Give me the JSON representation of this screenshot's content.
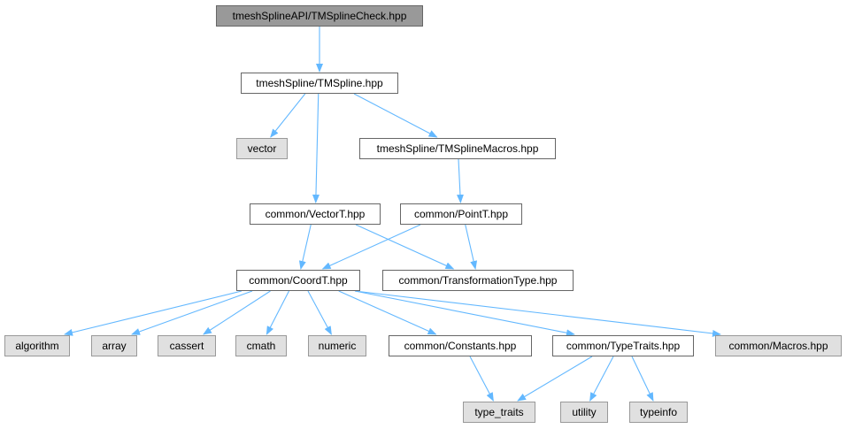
{
  "colors": {
    "edge": "#63b8ff",
    "root_fill": "#999999",
    "local_fill": "#ffffff",
    "external_fill": "#e0e0e0"
  },
  "nodes": {
    "root": "tmeshSplineAPI/TMSplineCheck.hpp",
    "tmspline": "tmeshSpline/TMSpline.hpp",
    "vector": "vector",
    "tmsplinemacros": "tmeshSpline/TMSplineMacros.hpp",
    "vectort": "common/VectorT.hpp",
    "pointt": "common/PointT.hpp",
    "coordt": "common/CoordT.hpp",
    "transformationtype": "common/TransformationType.hpp",
    "algorithm": "algorithm",
    "array": "array",
    "cassert": "cassert",
    "cmath": "cmath",
    "numeric": "numeric",
    "constants": "common/Constants.hpp",
    "typetraits_hpp": "common/TypeTraits.hpp",
    "macros": "common/Macros.hpp",
    "type_traits": "type_traits",
    "utility": "utility",
    "typeinfo": "typeinfo"
  },
  "edges": [
    [
      "root",
      "tmspline"
    ],
    [
      "tmspline",
      "vector"
    ],
    [
      "tmspline",
      "tmsplinemacros"
    ],
    [
      "tmspline",
      "vectort"
    ],
    [
      "tmsplinemacros",
      "pointt"
    ],
    [
      "vectort",
      "coordt"
    ],
    [
      "vectort",
      "transformationtype"
    ],
    [
      "pointt",
      "coordt"
    ],
    [
      "pointt",
      "transformationtype"
    ],
    [
      "coordt",
      "algorithm"
    ],
    [
      "coordt",
      "array"
    ],
    [
      "coordt",
      "cassert"
    ],
    [
      "coordt",
      "cmath"
    ],
    [
      "coordt",
      "numeric"
    ],
    [
      "coordt",
      "constants"
    ],
    [
      "coordt",
      "typetraits_hpp"
    ],
    [
      "coordt",
      "macros"
    ],
    [
      "constants",
      "type_traits"
    ],
    [
      "typetraits_hpp",
      "type_traits"
    ],
    [
      "typetraits_hpp",
      "utility"
    ],
    [
      "typetraits_hpp",
      "typeinfo"
    ]
  ]
}
